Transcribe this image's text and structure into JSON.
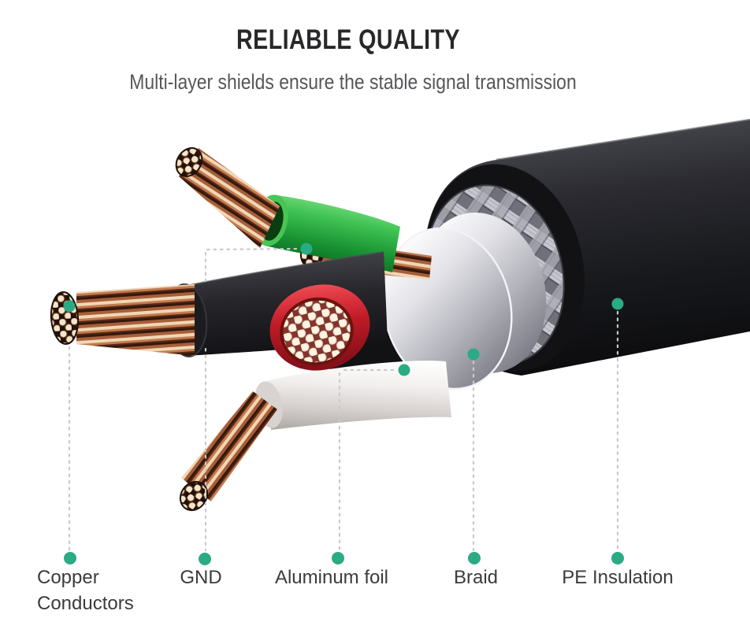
{
  "header": {
    "title": "RELIABLE QUALITY",
    "subtitle": "Multi-layer shields ensure the stable signal transmission"
  },
  "diagram": {
    "description": "Cutaway 3D illustration of a multi-layer shielded cable showing copper conductors, GND drain wire, aluminum foil, braid shield and PE insulation jacket",
    "accent_color": "#2aab84",
    "leader_line_color": "#c6cbc9",
    "labels": [
      {
        "id": "copper-conductors",
        "text": "Copper Conductors",
        "lines": [
          "Copper",
          "Conductors"
        ]
      },
      {
        "id": "gnd",
        "text": "GND"
      },
      {
        "id": "aluminum-foil",
        "text": "Aluminum foil"
      },
      {
        "id": "braid",
        "text": "Braid"
      },
      {
        "id": "pe-insulation",
        "text": "PE Insulation"
      }
    ],
    "part_colors": {
      "pe_jacket": "#1a1a1f",
      "braid": "#9b9ba3",
      "aluminum_foil": "#c9c9d1",
      "red_wire": "#d92b34",
      "green_wire": "#2fae44",
      "black_wire": "#232327",
      "white_wire": "#efecec",
      "copper": "#b5714f"
    }
  }
}
